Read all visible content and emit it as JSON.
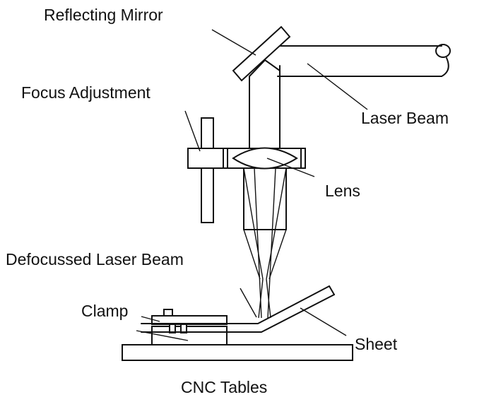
{
  "labels": {
    "reflecting_mirror": "Reflecting Mirror",
    "focus_adjustment": "Focus Adjustment",
    "laser_beam": "Laser Beam",
    "lens": "Lens",
    "defocussed_laser_beam": "Defocussed Laser Beam",
    "clamp": "Clamp",
    "sheet": "Sheet",
    "cnc_tables": "CNC Tables"
  },
  "colors": {
    "line": "#111111",
    "background": "#ffffff"
  }
}
